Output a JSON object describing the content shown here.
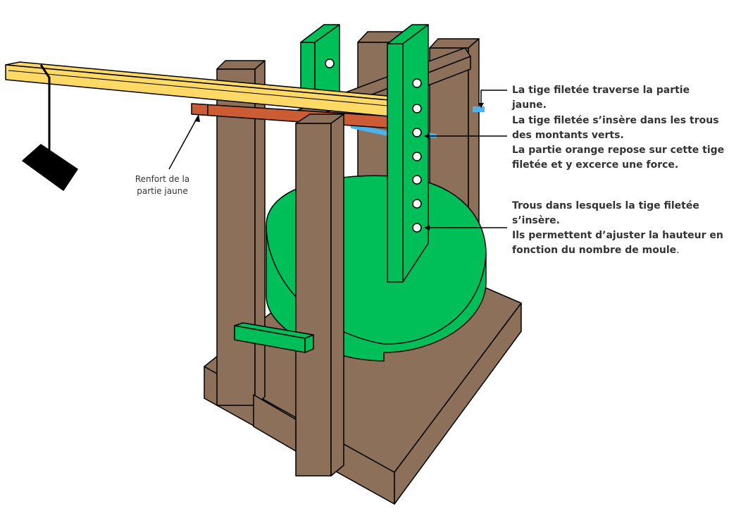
{
  "colors": {
    "wood_brown": "#8c7059",
    "green": "#00bf59",
    "yellow_beam": "#ffd966",
    "orange_reinforcement": "#cc5c33",
    "threaded_rod_blue": "#4db2e8",
    "weight_black": "#000000",
    "outline": "#000000",
    "text": "#333333"
  },
  "annotations": {
    "reinforcement": {
      "line1": "Renfort de la",
      "line2": "partie jaune"
    },
    "rod_through_yellow": "La tige filetée traverse la partie jaune.",
    "rod_in_holes": {
      "line1": "La tige filetée s’insère dans les trous",
      "line2": "des montants verts.",
      "line3": "La partie orange repose sur cette tige",
      "line4": "filetée et y excerce une force."
    },
    "adjust_holes": {
      "line1": "Trous dans lesquels la tige filetée",
      "line2": "s’insère.",
      "line3": "Ils permettent d’ajuster la hauteur en",
      "line4": "fonction du nombre de moule",
      "line4_end": "."
    }
  }
}
